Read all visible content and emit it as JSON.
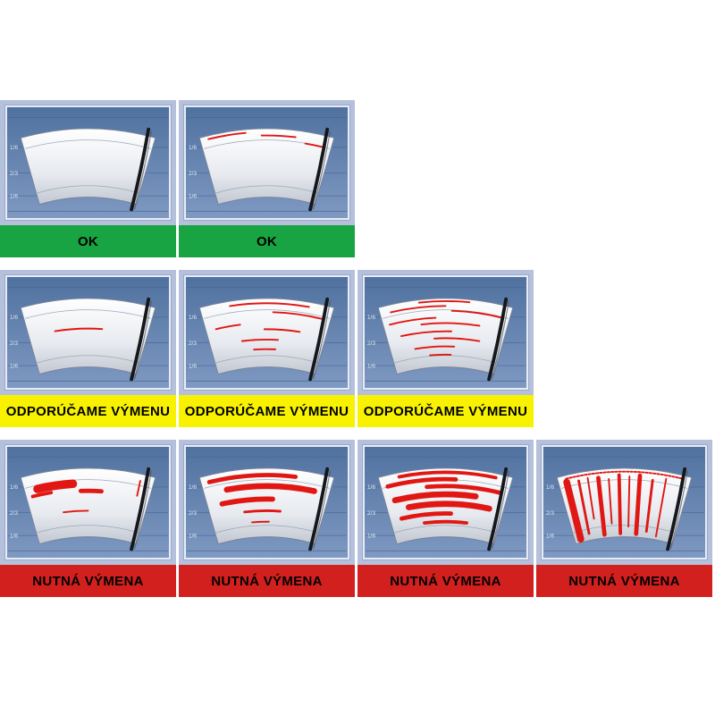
{
  "colors": {
    "page_bg": "#ffffff",
    "cell_bg": "#b5c0dc",
    "panel_top": "#50719f",
    "panel_bottom": "#7e99c2",
    "grid_line": "#42618e",
    "zone_label": "#dce6f4",
    "glass_edge": "#76839a",
    "zone_arc": "#93a1b5",
    "mark": "#e01713",
    "blade": "#15171b",
    "status_text": "#000000"
  },
  "zone_labels": [
    "1/6",
    "2/3",
    "1/6"
  ],
  "statuses": {
    "ok": {
      "label": "OK",
      "bg": "#18a442"
    },
    "warn": {
      "label": "ODPORÚČAME VÝMENU",
      "bg": "#f8f200"
    },
    "bad": {
      "label": "NUTNÁ VÝMENA",
      "bg": "#d2201e"
    }
  },
  "rows": [
    {
      "status": "ok",
      "name": "blade-ok",
      "cells": [
        {
          "condition": "clean",
          "marks": []
        },
        {
          "condition": "light-marks-top",
          "marks": [
            {
              "d": "h",
              "t": 0.05,
              "s0": 0.06,
              "s1": 0.34,
              "w": 2
            },
            {
              "d": "h",
              "t": 0.1,
              "s0": 0.46,
              "s1": 0.72,
              "w": 2
            },
            {
              "d": "h",
              "t": 0.17,
              "s0": 0.8,
              "s1": 0.93,
              "w": 2
            }
          ]
        }
      ]
    },
    {
      "status": "warn",
      "name": "replacement-recommended",
      "cells": [
        {
          "condition": "single-streak-center",
          "marks": [
            {
              "d": "h",
              "t": 0.44,
              "s0": 0.22,
              "s1": 0.62,
              "w": 2
            }
          ]
        },
        {
          "condition": "several-streaks",
          "marks": [
            {
              "d": "h",
              "t": 0.07,
              "s0": 0.22,
              "s1": 0.82,
              "w": 2
            },
            {
              "d": "h",
              "t": 0.2,
              "s0": 0.55,
              "s1": 0.93,
              "w": 2
            },
            {
              "d": "h",
              "t": 0.36,
              "s0": 0.08,
              "s1": 0.28,
              "w": 2
            },
            {
              "d": "h",
              "t": 0.45,
              "s0": 0.48,
              "s1": 0.78,
              "w": 2
            },
            {
              "d": "h",
              "t": 0.6,
              "s0": 0.28,
              "s1": 0.6,
              "w": 2
            },
            {
              "d": "h",
              "t": 0.74,
              "s0": 0.38,
              "s1": 0.58,
              "w": 2
            }
          ]
        },
        {
          "condition": "many-streaks",
          "marks": [
            {
              "d": "h",
              "t": 0.04,
              "s0": 0.3,
              "s1": 0.68,
              "w": 2
            },
            {
              "d": "h",
              "t": 0.11,
              "s0": 0.08,
              "s1": 0.5,
              "w": 2
            },
            {
              "d": "h",
              "t": 0.18,
              "s0": 0.55,
              "s1": 0.95,
              "w": 2
            },
            {
              "d": "h",
              "t": 0.28,
              "s0": 0.05,
              "s1": 0.42,
              "w": 2
            },
            {
              "d": "h",
              "t": 0.36,
              "s0": 0.3,
              "s1": 0.78,
              "w": 2
            },
            {
              "d": "h",
              "t": 0.48,
              "s0": 0.12,
              "s1": 0.55,
              "w": 2
            },
            {
              "d": "h",
              "t": 0.58,
              "s0": 0.4,
              "s1": 0.8,
              "w": 2
            },
            {
              "d": "h",
              "t": 0.7,
              "s0": 0.22,
              "s1": 0.58,
              "w": 2
            },
            {
              "d": "h",
              "t": 0.82,
              "s0": 0.35,
              "s1": 0.55,
              "w": 2
            }
          ]
        }
      ]
    },
    {
      "status": "bad",
      "name": "replacement-required",
      "cells": [
        {
          "condition": "smear-patch",
          "marks": [
            {
              "d": "h",
              "t": 0.22,
              "s0": 0.1,
              "s1": 0.38,
              "w": 10
            },
            {
              "d": "h",
              "t": 0.31,
              "s0": 0.05,
              "s1": 0.2,
              "w": 4
            },
            {
              "d": "h",
              "t": 0.33,
              "s0": 0.44,
              "s1": 0.61,
              "w": 5
            },
            {
              "d": "h",
              "t": 0.62,
              "s0": 0.28,
              "s1": 0.5,
              "w": 2
            },
            {
              "d": "v",
              "s": 0.9,
              "t0": 0.1,
              "t1": 0.32,
              "w": 2
            }
          ]
        },
        {
          "condition": "wide-smears",
          "marks": [
            {
              "d": "h",
              "t": 0.1,
              "s0": 0.06,
              "s1": 0.72,
              "w": 5
            },
            {
              "d": "h",
              "t": 0.26,
              "s0": 0.18,
              "s1": 0.88,
              "w": 7
            },
            {
              "d": "h",
              "t": 0.45,
              "s0": 0.12,
              "s1": 0.55,
              "w": 6
            },
            {
              "d": "h",
              "t": 0.62,
              "s0": 0.3,
              "s1": 0.62,
              "w": 3
            },
            {
              "d": "h",
              "t": 0.78,
              "s0": 0.36,
              "s1": 0.52,
              "w": 2
            }
          ]
        },
        {
          "condition": "heavy-smears",
          "marks": [
            {
              "d": "h",
              "t": 0.06,
              "s0": 0.15,
              "s1": 0.88,
              "w": 4
            },
            {
              "d": "h",
              "t": 0.16,
              "s0": 0.05,
              "s1": 0.58,
              "w": 5
            },
            {
              "d": "h",
              "t": 0.26,
              "s0": 0.35,
              "s1": 0.94,
              "w": 5
            },
            {
              "d": "h",
              "t": 0.38,
              "s0": 0.08,
              "s1": 0.75,
              "w": 7
            },
            {
              "d": "h",
              "t": 0.52,
              "s0": 0.18,
              "s1": 0.88,
              "w": 7
            },
            {
              "d": "h",
              "t": 0.66,
              "s0": 0.1,
              "s1": 0.55,
              "w": 5
            },
            {
              "d": "h",
              "t": 0.78,
              "s0": 0.3,
              "s1": 0.7,
              "w": 4
            }
          ]
        },
        {
          "condition": "vertical-chatter",
          "marks": [
            {
              "d": "dash",
              "t": 0.05,
              "s0": 0.06,
              "s1": 0.94,
              "w": 2
            },
            {
              "d": "v",
              "s": 0.06,
              "t0": 0.1,
              "t1": 0.95,
              "w": 8
            },
            {
              "d": "v",
              "s": 0.15,
              "t0": 0.12,
              "t1": 0.9,
              "w": 3
            },
            {
              "d": "v",
              "s": 0.22,
              "t0": 0.1,
              "t1": 0.7,
              "w": 2
            },
            {
              "d": "v",
              "s": 0.3,
              "t0": 0.12,
              "t1": 0.95,
              "w": 5
            },
            {
              "d": "v",
              "s": 0.38,
              "t0": 0.15,
              "t1": 0.8,
              "w": 2
            },
            {
              "d": "v",
              "s": 0.46,
              "t0": 0.1,
              "t1": 0.95,
              "w": 4
            },
            {
              "d": "v",
              "s": 0.54,
              "t0": 0.12,
              "t1": 0.85,
              "w": 2
            },
            {
              "d": "v",
              "s": 0.62,
              "t0": 0.1,
              "t1": 0.95,
              "w": 5
            },
            {
              "d": "v",
              "s": 0.72,
              "t0": 0.15,
              "t1": 0.9,
              "w": 3
            },
            {
              "d": "v",
              "s": 0.82,
              "t0": 0.1,
              "t1": 0.95,
              "w": 2
            }
          ]
        }
      ]
    }
  ]
}
